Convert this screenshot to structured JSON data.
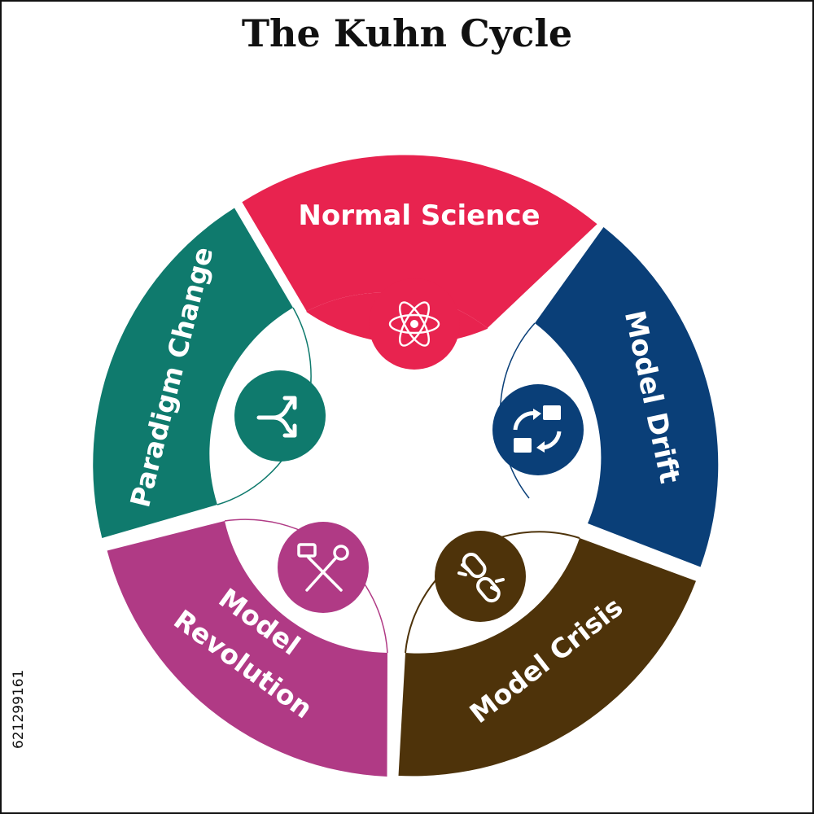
{
  "title": "The Kuhn Cycle",
  "side_id": "621299161",
  "segments": [
    {
      "key": "normal-science",
      "label": "Normal Science",
      "color": "#e8234f",
      "icon": "atom-icon"
    },
    {
      "key": "model-drift",
      "label": "Model Drift",
      "color": "#0a3f78",
      "icon": "swap-icon"
    },
    {
      "key": "model-crisis",
      "label": "Model Crisis",
      "color": "#4e330a",
      "icon": "broken-link-icon"
    },
    {
      "key": "model-revolution",
      "label_lines": [
        "Model",
        "Revolution"
      ],
      "color": "#b03a85",
      "icon": "tools-icon"
    },
    {
      "key": "paradigm-change",
      "label": "Paradigm Change",
      "color": "#0f7a6d",
      "icon": "split-arrows-icon"
    }
  ]
}
